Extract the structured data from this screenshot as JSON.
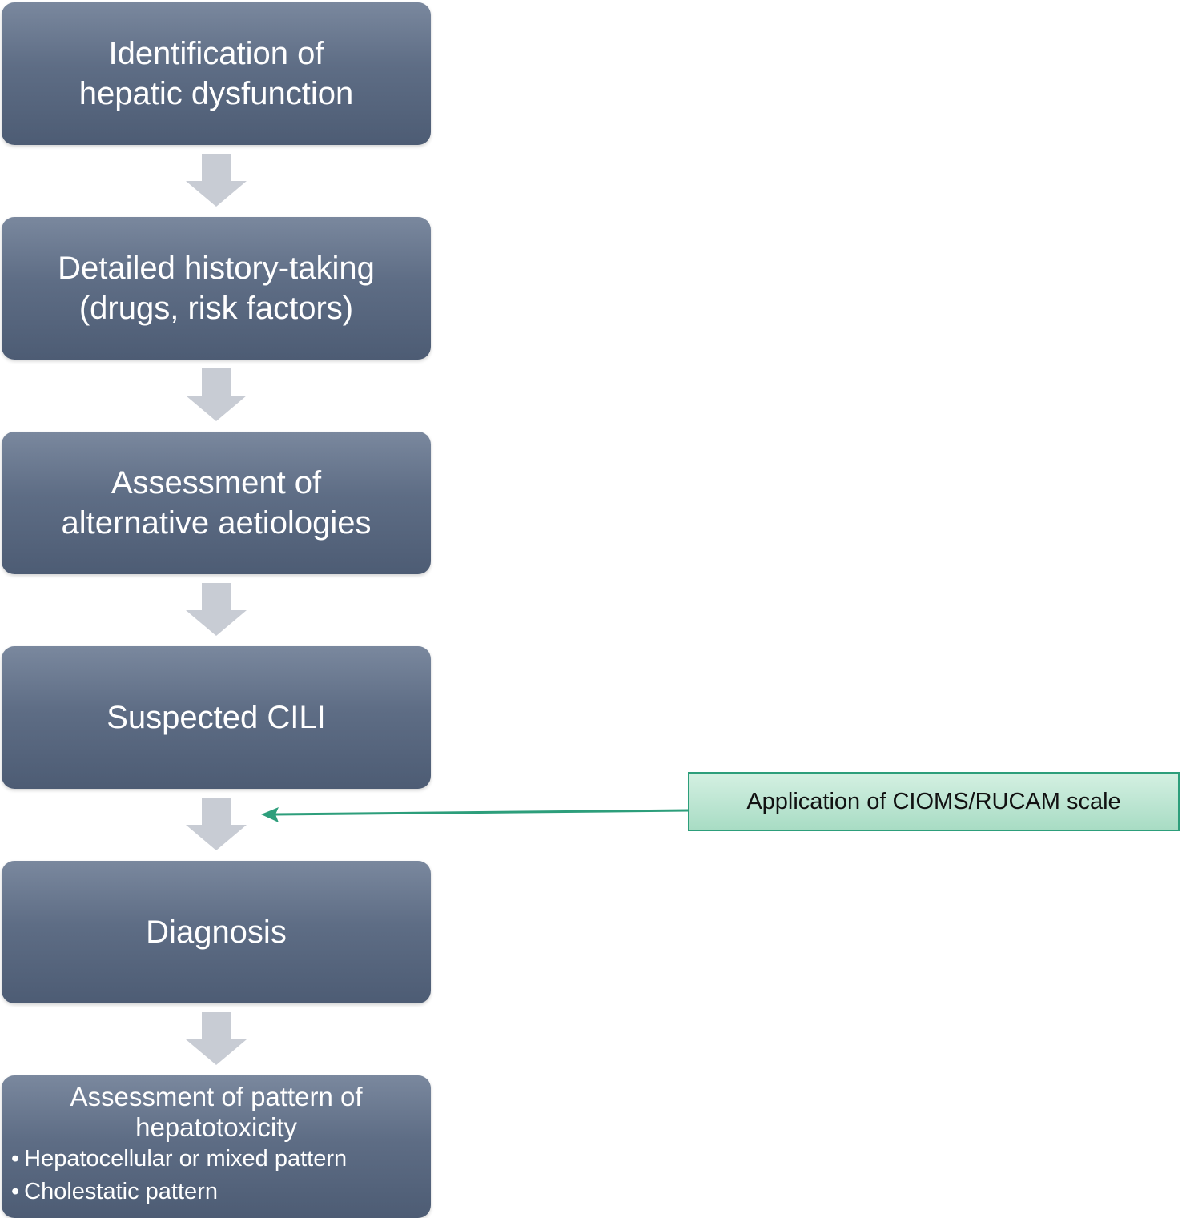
{
  "steps": [
    {
      "lines": [
        "Identification of",
        "hepatic dysfunction"
      ]
    },
    {
      "lines": [
        "Detailed history-taking",
        "(drugs, risk factors)"
      ]
    },
    {
      "lines": [
        "Assessment of",
        "alternative aetiologies"
      ]
    },
    {
      "lines": [
        "Suspected CILI"
      ]
    },
    {
      "lines": [
        "Diagnosis"
      ]
    }
  ],
  "final_step": {
    "title_lines": [
      "Assessment of pattern of",
      "hepatotoxicity"
    ],
    "bullets": [
      "Hepatocellular or mixed pattern",
      "Cholestatic pattern"
    ]
  },
  "callout": {
    "label": "Application of CIOMS/RUCAM scale"
  },
  "colors": {
    "box": "#5e6d85",
    "arrow": "#c8ccd4",
    "callout_border": "#2d9e7b",
    "callout_fill": "#b8e4cf"
  }
}
